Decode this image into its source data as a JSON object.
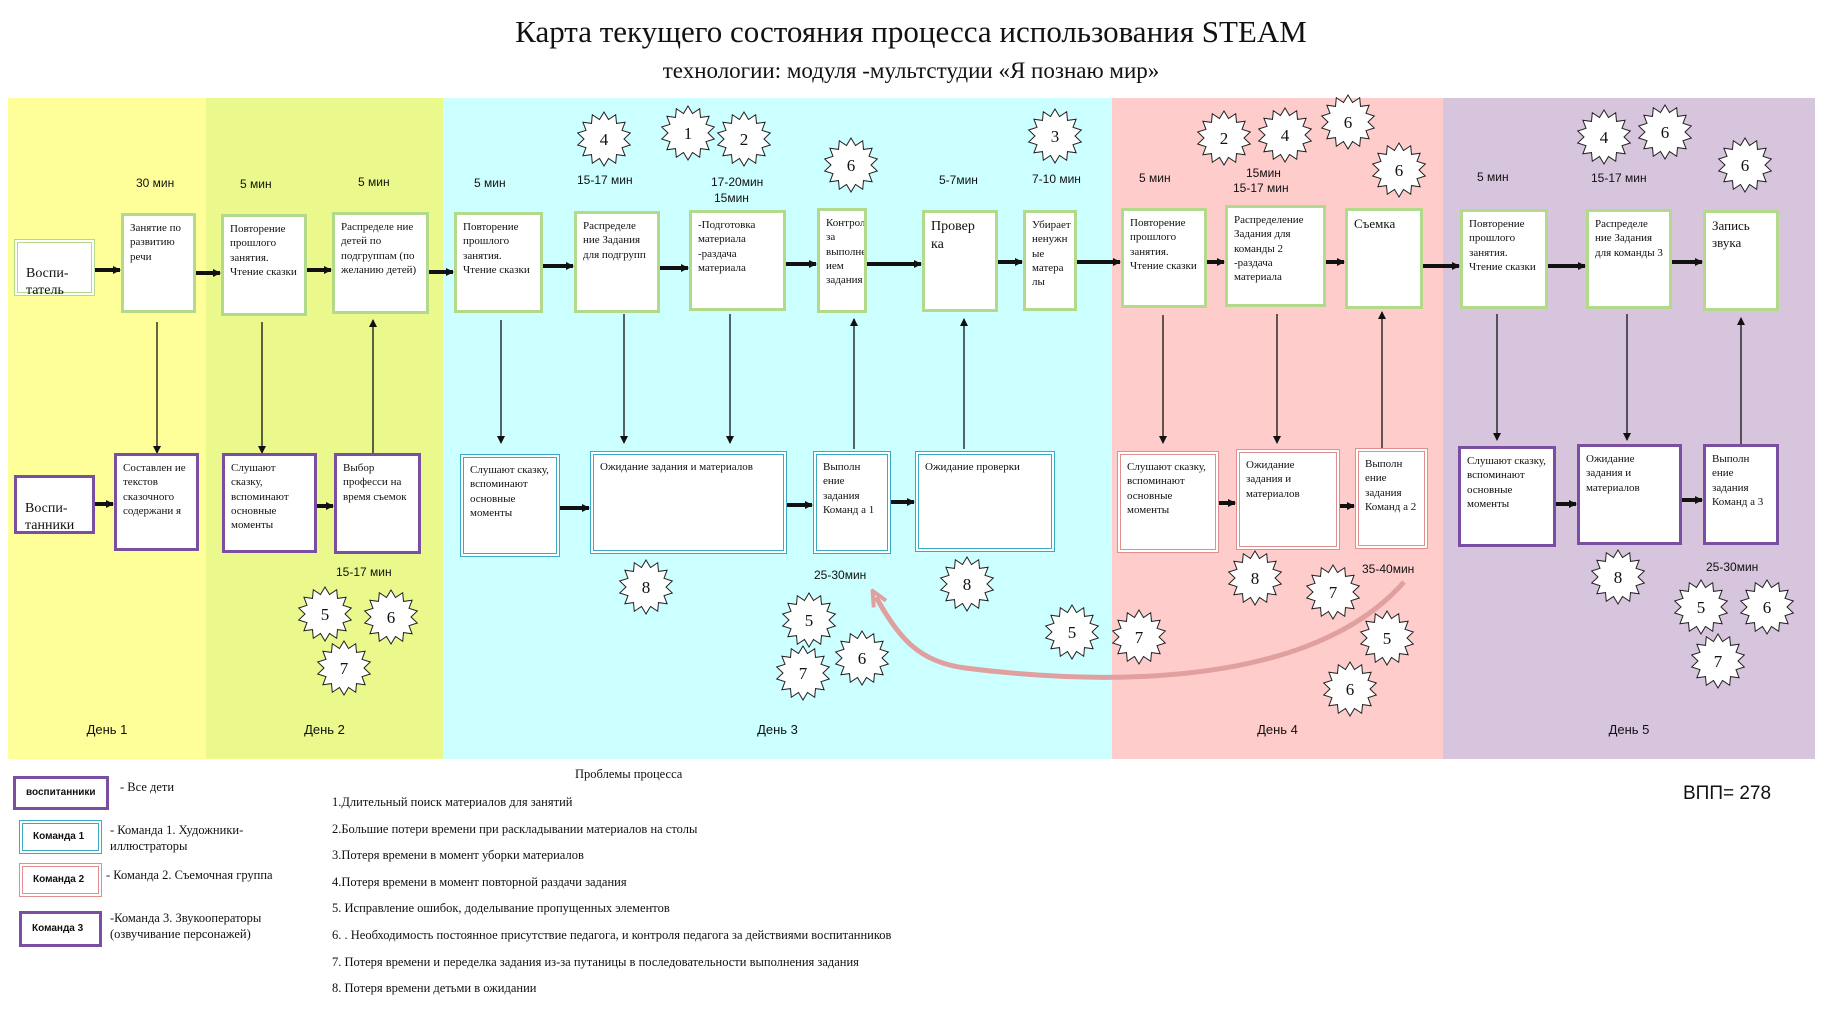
{
  "title": "Карта текущего состояния процесса использования STEAM",
  "subtitle": "технологии: модуля -мультстудии «Я познаю мир»",
  "days": [
    {
      "label": "День 1",
      "color": "#ffff99"
    },
    {
      "label": "День 2",
      "color": "#eaf88c"
    },
    {
      "label": "День 3",
      "color": "#ccffff"
    },
    {
      "label": "День 4",
      "color": "#ffcccc"
    },
    {
      "label": "День 5",
      "color": "#d7c4dd"
    }
  ],
  "roles": {
    "teacher": "Воспи-\nтатель",
    "children": "Воспи-\nтанники"
  },
  "top_boxes": [
    "Занятие по развитию речи",
    "Повторение прошлого занятия. Чтение сказки",
    "Распределе ние детей по подгруппам (по желанию детей)",
    "Повторение прошлого занятия. Чтение сказки",
    "Распределе ние Задания для подгрупп",
    "-Подготовка материала -раздача материала",
    "Контроль за выполнен ием задания",
    "Провер ка",
    "Убирает ненужн ые матера лы",
    "Повторение прошлого занятия. Чтение сказки",
    "Распределение Задания для команды 2 -раздача материала",
    "Съемка",
    "Повторение прошлого занятия. Чтение сказки",
    "Распределе ние Задания для команды 3",
    "Запись звука"
  ],
  "bottom_boxes": [
    "Составлен ие текстов сказочного содержани я",
    "Слушают сказку, вспоминают основные моменты",
    "Выбор професси на время съемок",
    "Слушают сказку, вспоминают основные моменты",
    "Ожидание задания и материалов",
    "Выполн ение задания Команд а 1",
    "Ожидание проверки",
    "Слушают сказку, вспоминают основные моменты",
    "Ожидание задания и материалов",
    "Выполн ение задания Команд а 2",
    "Слушают сказку, вспоминают основные моменты",
    "Ожидание задания и материалов",
    "Выполн ение задания Команд а 3"
  ],
  "times": {
    "t1": "30 мин",
    "t2": "5 мин",
    "t3": "5 мин",
    "t4": "5 мин",
    "t5": "15-17 мин",
    "t6": "17-20мин",
    "t6b": "15мин",
    "t7": "5-7мин",
    "t8": "7-10 мин",
    "t9": "5 мин",
    "t10": "15мин",
    "t10b": "15-17 мин",
    "t11": "5 мин",
    "t12": "15-17 мин",
    "b1": "15-17 мин",
    "b2": "25-30мин",
    "b3": "35-40мин",
    "b4": "25-30мин"
  },
  "problem_stars": [
    "4",
    "1",
    "2",
    "6",
    "3",
    "2",
    "4",
    "6",
    "6",
    "4",
    "6",
    "6",
    "5",
    "6",
    "7",
    "8",
    "5",
    "7",
    "6",
    "8",
    "5",
    "7",
    "8",
    "7",
    "5",
    "6",
    "8",
    "5",
    "6",
    "7"
  ],
  "legend": [
    {
      "box": "воспитанники",
      "text": "-  Все дети",
      "color": "#7a4ea0"
    },
    {
      "box": "Команда 1",
      "text": "- Команда 1. Художники-иллюстраторы",
      "color": "#3aa9c4"
    },
    {
      "box": "Команда 2",
      "text": "- Команда 2. Съемочная группа",
      "color": "#e08f8f"
    },
    {
      "box": "Команда 3",
      "text": "-Команда 3.  Звукооператоры (озвучивание персонажей)",
      "color": "#7a4ea0"
    }
  ],
  "problems_title": "Проблемы процесса",
  "problems": [
    "1.Длительный поиск материалов для занятий",
    "2.Большие потери времени при раскладывании материалов на столы",
    "3.Потеря времени в момент уборки материалов",
    "4.Потеря времени в момент повторной раздачи задания",
    "5. Исправление ошибок, доделывание пропущенных элементов",
    "6. . Необходимость постоянное присутствие педагога, и контроля педагога за действиями воспитанников",
    " 7. Потеря времени и переделка задания из-за путаницы в последовательности выполнения задания",
    "8. Потеря времени детьми в ожидании"
  ],
  "vpp": "ВПП= 278"
}
